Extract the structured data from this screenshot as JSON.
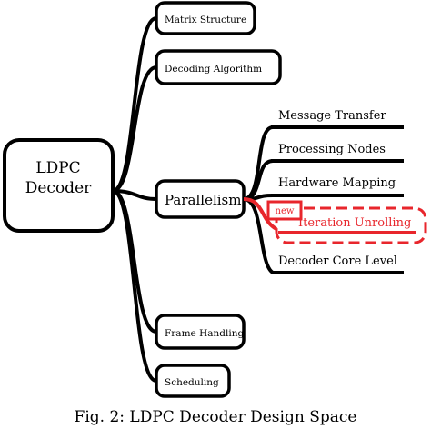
{
  "diagram": {
    "root": {
      "line1": "LDPC",
      "line2": "Decoder"
    },
    "categories": {
      "matrix_structure": "Matrix Structure",
      "decoding_algorithm": "Decoding Algorithm",
      "parallelism": "Parallelism",
      "frame_handling": "Frame Handling",
      "scheduling": "Scheduling"
    },
    "parallelism_items": {
      "message_transfer": "Message Transfer",
      "processing_nodes": "Processing Nodes",
      "hardware_mapping": "Hardware Mapping",
      "iteration_unrolling": "Iteration Unrolling",
      "decoder_core_level": "Decoder Core Level"
    },
    "new_badge": "new",
    "colors": {
      "highlight": "#e8262c",
      "line": "#000000"
    }
  },
  "caption": "Fig. 2: LDPC Decoder Design Space"
}
